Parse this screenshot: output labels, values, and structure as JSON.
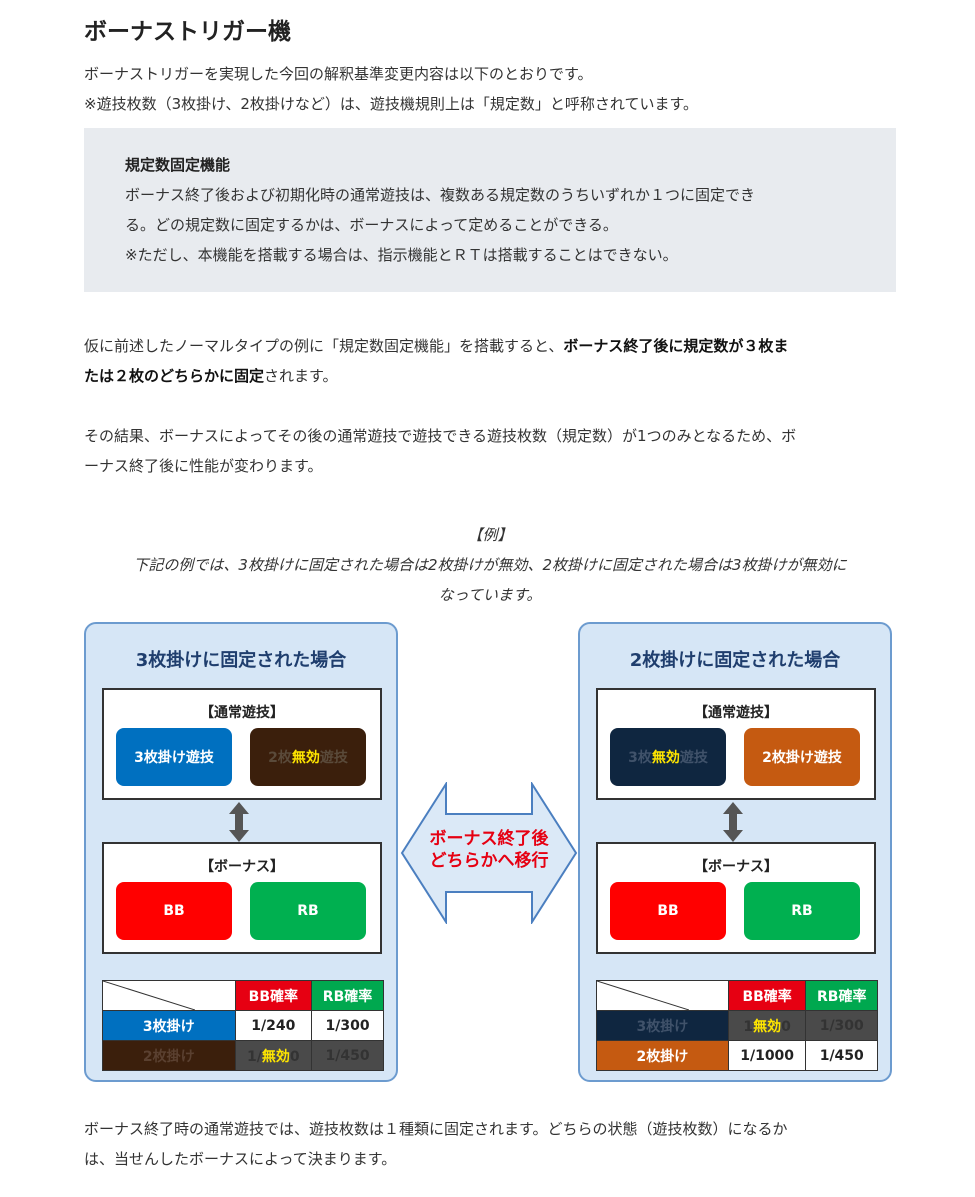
{
  "heading": "ボーナストリガー機",
  "intro": [
    "ボーナストリガーを実現した今回の解釈基準変更内容は以下のとおりです。",
    "※遊技枚数（3枚掛け、2枚掛けなど）は、遊技機規則上は「規定数」と呼称されています。"
  ],
  "note": {
    "title": "規定数固定機能",
    "line1": "ボーナス終了後および初期化時の通常遊技は、複数ある規定数のうちいずれか１つに固定でき",
    "line2": "る。どの規定数に固定するかは、ボーナスによって定めることができる。",
    "line3": "※ただし、本機能を搭載する場合は、指示機能とＲＴは搭載することはできない。"
  },
  "para1": {
    "pre": "仮に前述したノーマルタイプの例に「規定数固定機能」を搭載すると、",
    "bold1": "ボーナス終了後に規定数が３枚ま",
    "bold2": "たは２枚のどちらかに固定",
    "post": "されます。"
  },
  "para2": {
    "line1": "その結果、ボーナスによってその後の通常遊技で遊技できる遊技枚数（規定数）が1つのみとなるため、ボ",
    "line2": "ーナス終了後に性能が変わります。"
  },
  "example": {
    "label": "【例】",
    "line1": "下記の例では、3枚掛けに固定された場合は2枚掛けが無効、2枚掛けに固定された場合は3枚掛けが無効に",
    "line2": "なっています。"
  },
  "diagram": {
    "left": {
      "title": "3枚掛けに固定された場合",
      "normal_label": "【通常遊技】",
      "btn1": "3枚掛け遊技",
      "btn2_a": "2枚",
      "btn2_b": "無効",
      "btn2_c": "遊技",
      "bonus_label": "【ボーナス】",
      "bb": "BB",
      "rb": "RB",
      "table": {
        "h_bb": "BB確率",
        "h_rb": "RB確率",
        "r1": "3枚掛け",
        "r1_bb": "1/240",
        "r1_rb": "1/300",
        "r2": "2枚掛け",
        "r2_bb_a": "1/",
        "r2_bb_b": "無効",
        "r2_bb_c": "0",
        "r2_rb": "1/450"
      }
    },
    "arrow_text1": "ボーナス終了後",
    "arrow_text2": "どちらかへ移行",
    "right": {
      "title": "2枚掛けに固定された場合",
      "normal_label": "【通常遊技】",
      "btn1_a": "3枚",
      "btn1_b": "無効",
      "btn1_c": "遊技",
      "btn2": "2枚掛け遊技",
      "bonus_label": "【ボーナス】",
      "bb": "BB",
      "rb": "RB",
      "table": {
        "h_bb": "BB確率",
        "h_rb": "RB確率",
        "r1": "3枚掛け",
        "r1_bb_a": "1",
        "r1_bb_b": "無効",
        "r1_bb_c": "0",
        "r1_rb": "1/300",
        "r2": "2枚掛け",
        "r2_bb": "1/1000",
        "r2_rb": "1/450"
      }
    }
  },
  "para3": {
    "line1": "ボーナス終了時の通常遊技では、遊技枚数は１種類に固定されます。どちらの状態（遊技枚数）になるか",
    "line2": "は、当せんしたボーナスによって決まります。"
  },
  "colors": {
    "bb_red": "#e60012",
    "rb_green": "#00a84f",
    "blue": "#0070c0",
    "orange": "#c55a11",
    "panel_bg": "#d6e6f6",
    "note_bg": "#e8ebef"
  }
}
